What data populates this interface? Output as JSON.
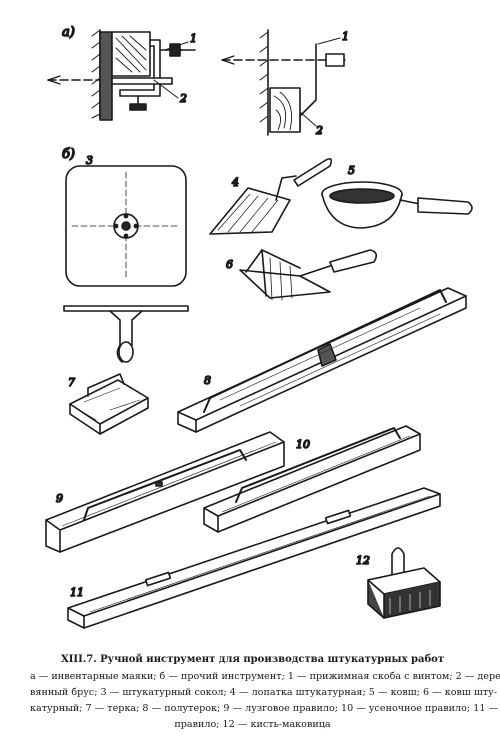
{
  "figure": {
    "section_a": "а)",
    "section_b": "б)",
    "numbers": {
      "n1a": "1",
      "n2a": "2",
      "n1b": "1",
      "n2b": "2",
      "n3": "3",
      "n4": "4",
      "n5": "5",
      "n6": "6",
      "n7": "7",
      "n8": "8",
      "n9": "9",
      "n10": "10",
      "n11": "11",
      "n12": "12"
    }
  },
  "caption": {
    "title": "XIII.7. Ручной инструмент для производства штукатурных работ",
    "line1": "а — инвентарные маяки; б — прочий инструмент; 1 — прижимная скоба с винтом; 2 — дере-",
    "line2": "вянный брус; 3 — штукатурный сокол; 4 — лопатка штукатурная; 5 — ковш; 6 — ковш шту-",
    "line3": "катурный; 7 — терка; 8 — полутерок; 9 — лузговое правило; 10 — усеночное правило; 11 —",
    "line4": "правило; 12 — кисть-маковица"
  }
}
